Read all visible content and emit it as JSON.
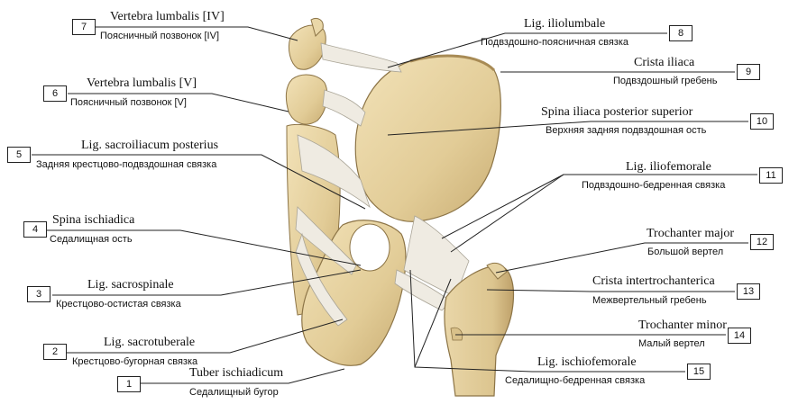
{
  "labels": [
    {
      "num": "1",
      "latin": "Tuber ischiadicum",
      "russian": "Седалищный бугор"
    },
    {
      "num": "2",
      "latin": "Lig. sacrotuberale",
      "russian": "Крестцово-бугорная связка"
    },
    {
      "num": "3",
      "latin": "Lig. sacrospinale",
      "russian": "Крестцово-остистая связка"
    },
    {
      "num": "4",
      "latin": "Spina ischiadica",
      "russian": "Седалищная ость"
    },
    {
      "num": "5",
      "latin": "Lig. sacroiliacum posterius",
      "russian": "Задняя крестцово-подвздошная связка"
    },
    {
      "num": "6",
      "latin": "Vertebra lumbalis [V]",
      "russian": "Поясничный позвонок [V]"
    },
    {
      "num": "7",
      "latin": "Vertebra lumbalis [IV]",
      "russian": "Поясничный позвонок [IV]"
    },
    {
      "num": "8",
      "latin": "Lig. iliolumbale",
      "russian": "Подвздошно-поясничная связка"
    },
    {
      "num": "9",
      "latin": "Crista iliaca",
      "russian": "Подвздошный гребень"
    },
    {
      "num": "10",
      "latin": "Spina iliaca posterior superior",
      "russian": "Верхняя задняя подвздошная ость"
    },
    {
      "num": "11",
      "latin": "Lig. iliofemorale",
      "russian": "Подвздошно-бедренная связка"
    },
    {
      "num": "12",
      "latin": "Trochanter major",
      "russian": "Большой вертел"
    },
    {
      "num": "13",
      "latin": "Crista intertrochanterica",
      "russian": "Межвертельный гребень"
    },
    {
      "num": "14",
      "latin": "Trochanter minor",
      "russian": "Малый вертел"
    },
    {
      "num": "15",
      "latin": "Lig. ischiofemorale",
      "russian": "Седалищно-бедренная связка"
    }
  ],
  "colors": {
    "bone": "#e6d3a3",
    "bone_shade": "#c9ad73",
    "ligament": "#eeeae0",
    "ligament_shade": "#b9b4a8",
    "leader": "#222222"
  }
}
